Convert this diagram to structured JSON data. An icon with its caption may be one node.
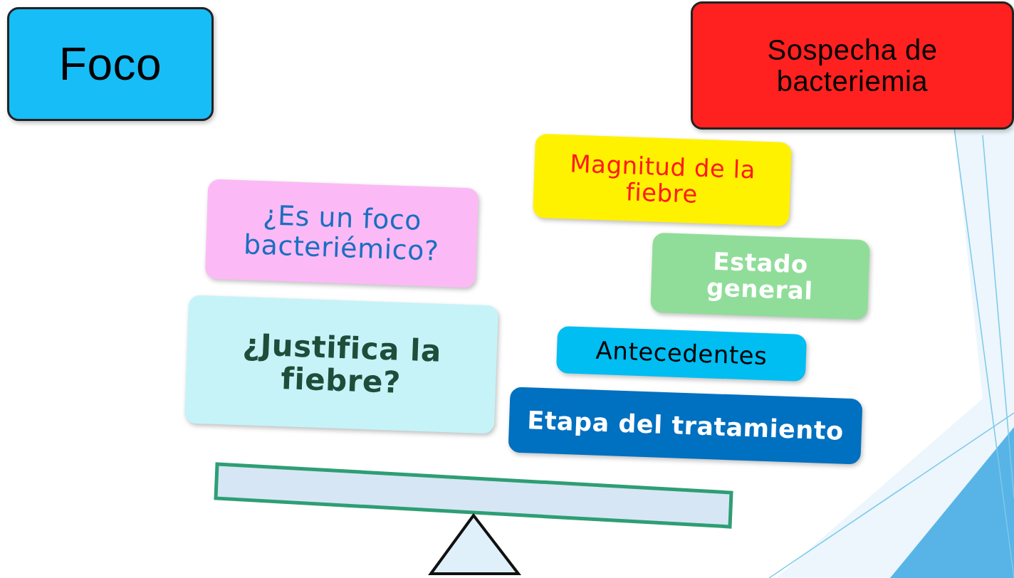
{
  "diagram": {
    "nodes": [
      {
        "text": [
          "Foco"
        ]
      },
      {
        "text": [
          "Sospecha de bacteriemia"
        ]
      },
      {
        "text": [
          "¿Es un foco bacteriémico?"
        ]
      },
      {
        "text": [
          "¿Justifica la fiebre?"
        ]
      },
      {
        "text": [
          "Magnitud de la fiebre"
        ]
      },
      {
        "text": [
          "Estado general"
        ]
      },
      {
        "text": [
          "Antecedentes"
        ]
      },
      {
        "text": [
          "Etapa del tratamiento"
        ]
      }
    ],
    "edges": []
  }
}
